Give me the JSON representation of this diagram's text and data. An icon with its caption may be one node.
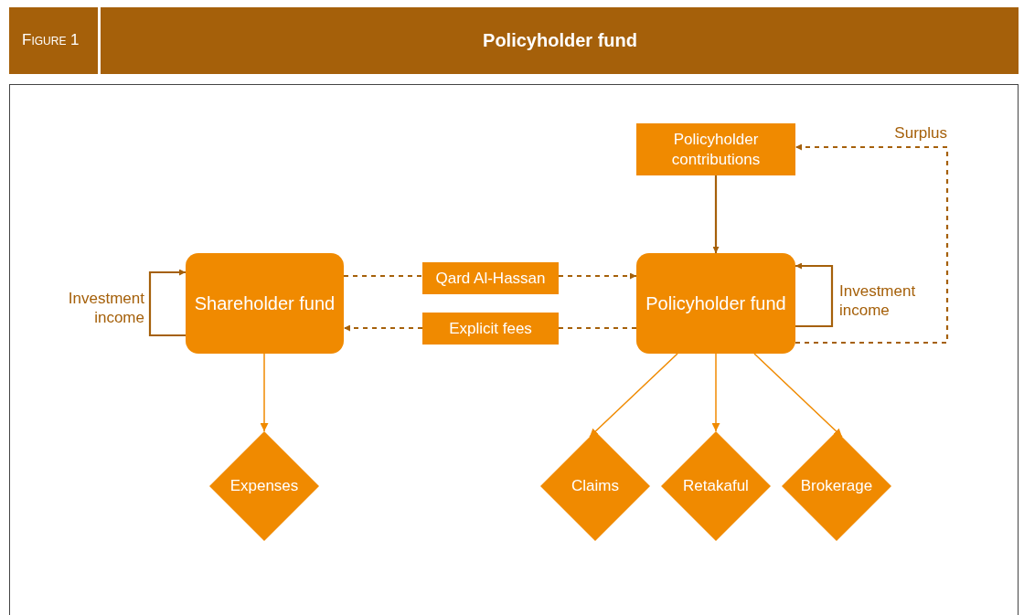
{
  "diagram": {
    "title": "Policyholder fund",
    "nodes": [
      {
        "text": [
          "Policyholder contributions"
        ]
      },
      {
        "text": [
          "Shareholder fund"
        ]
      },
      {
        "text": [
          "Qard Al-Hassan"
        ]
      },
      {
        "text": [
          "Explicit fees"
        ]
      },
      {
        "text": [
          "Policyholder fund"
        ]
      },
      {
        "text": [
          "Expenses"
        ]
      },
      {
        "text": [
          "Claims"
        ]
      },
      {
        "text": [
          "Retakaful"
        ]
      },
      {
        "text": [
          "Brokerage"
        ]
      }
    ],
    "edges": [
      {
        "from": 0,
        "to": 4,
        "arrow": "to"
      },
      {
        "from": 1,
        "to": 2,
        "arrow": "none",
        "style": "dashed"
      },
      {
        "from": 2,
        "to": 4,
        "arrow": "to",
        "style": "dashed"
      },
      {
        "from": 4,
        "to": 3,
        "arrow": "none",
        "style": "dashed"
      },
      {
        "from": 3,
        "to": 1,
        "arrow": "to",
        "style": "dashed"
      },
      {
        "from": 1,
        "to": 1,
        "arrow": "to",
        "label": "Investment income"
      },
      {
        "from": 4,
        "to": 4,
        "arrow": "to",
        "label": "Investment income"
      },
      {
        "from": 4,
        "to": 0,
        "arrow": "to",
        "style": "dashed",
        "label": "Surplus"
      },
      {
        "from": 1,
        "to": 5,
        "arrow": "to",
        "color": "#f08a00"
      },
      {
        "from": 4,
        "to": 6,
        "arrow": "to",
        "color": "#f08a00"
      },
      {
        "from": 4,
        "to": 7,
        "arrow": "to",
        "color": "#f08a00"
      },
      {
        "from": 4,
        "to": 8,
        "arrow": "to",
        "color": "#f08a00"
      }
    ],
    "labels": [
      "Figure 1"
    ]
  }
}
